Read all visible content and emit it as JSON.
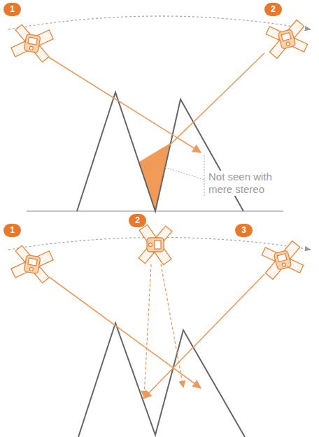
{
  "diagram": {
    "labels": [
      "1",
      "2",
      "Not seen with mere stereo",
      "1",
      "2",
      "3"
    ]
  }
}
